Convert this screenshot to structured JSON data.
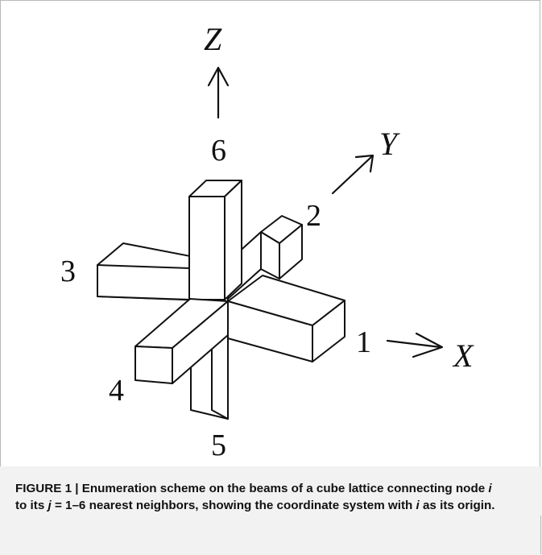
{
  "figure": {
    "axis_labels": {
      "x": "X",
      "y": "Y",
      "z": "Z"
    },
    "beam_labels": [
      "1",
      "2",
      "3",
      "4",
      "5",
      "6"
    ],
    "caption": {
      "figure_label": "FIGURE 1 | ",
      "text_1": "Enumeration scheme on the beams of a cube lattice connecting node ",
      "var_i": "i",
      "text_2": " to its ",
      "var_j": "j",
      "text_3": " = 1–6 nearest neighbors, showing the coordinate system with ",
      "var_i2": "i",
      "text_4": " as its origin."
    }
  }
}
